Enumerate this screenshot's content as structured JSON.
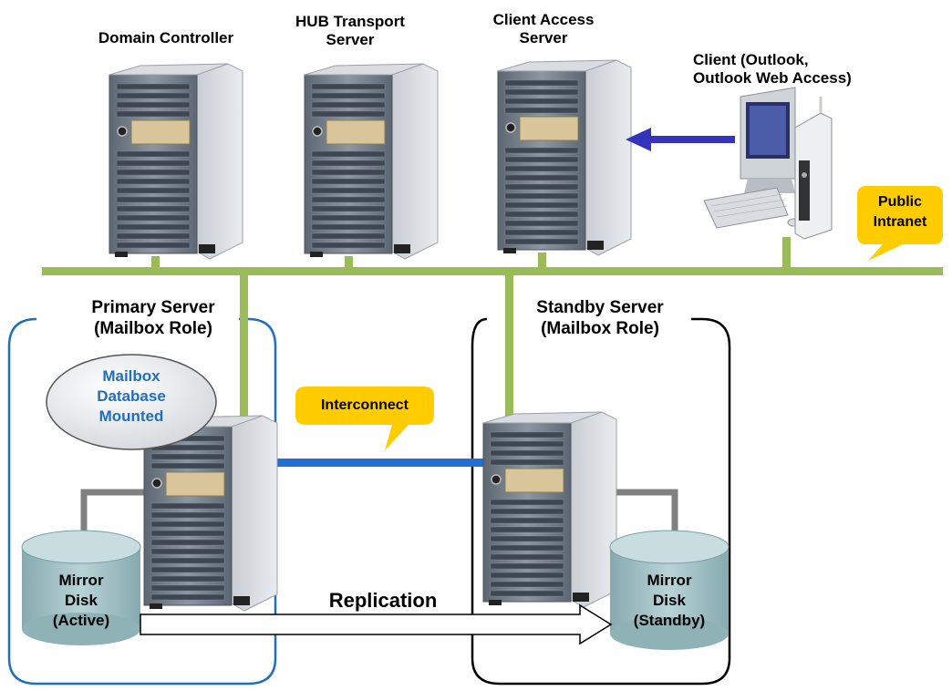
{
  "labels": {
    "domain_controller": "Domain Controller",
    "hub_transport": [
      "HUB Transport",
      "Server"
    ],
    "client_access": [
      "Client Access",
      "Server"
    ],
    "client": [
      "Client (Outlook,",
      "Outlook Web Access)"
    ],
    "public_intranet": [
      "Public",
      "Intranet"
    ],
    "primary_server": [
      "Primary Server",
      "(Mailbox Role)"
    ],
    "standby_server": [
      "Standby Server",
      "(Mailbox Role)"
    ],
    "mailbox_db": [
      "Mailbox",
      "Database",
      "Mounted"
    ],
    "interconnect": "Interconnect",
    "replication": "Replication",
    "disk_active": [
      "Mirror",
      "Disk",
      "(Active)"
    ],
    "disk_standby": [
      "Mirror",
      "Disk",
      "(Standby)"
    ]
  },
  "colors": {
    "network_line": "#9bbb59",
    "interconnect_line": "#1f6fd6",
    "client_arrow": "#3333bb",
    "callout_fill": "#ffcc00",
    "primary_group_border": "#1f6fbf",
    "standby_group_border": "#000000",
    "disk_fill": "#a5c4c8",
    "mailbox_text": "#1f6fbf"
  }
}
